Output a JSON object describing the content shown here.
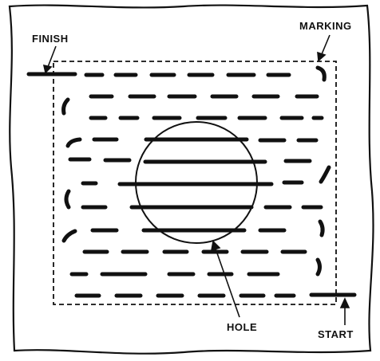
{
  "labels": {
    "finish": "FINISH",
    "marking": "MARKING",
    "hole": "HOLE",
    "start": "START"
  },
  "colors": {
    "ink": "#111111",
    "paper": "#ffffff"
  }
}
